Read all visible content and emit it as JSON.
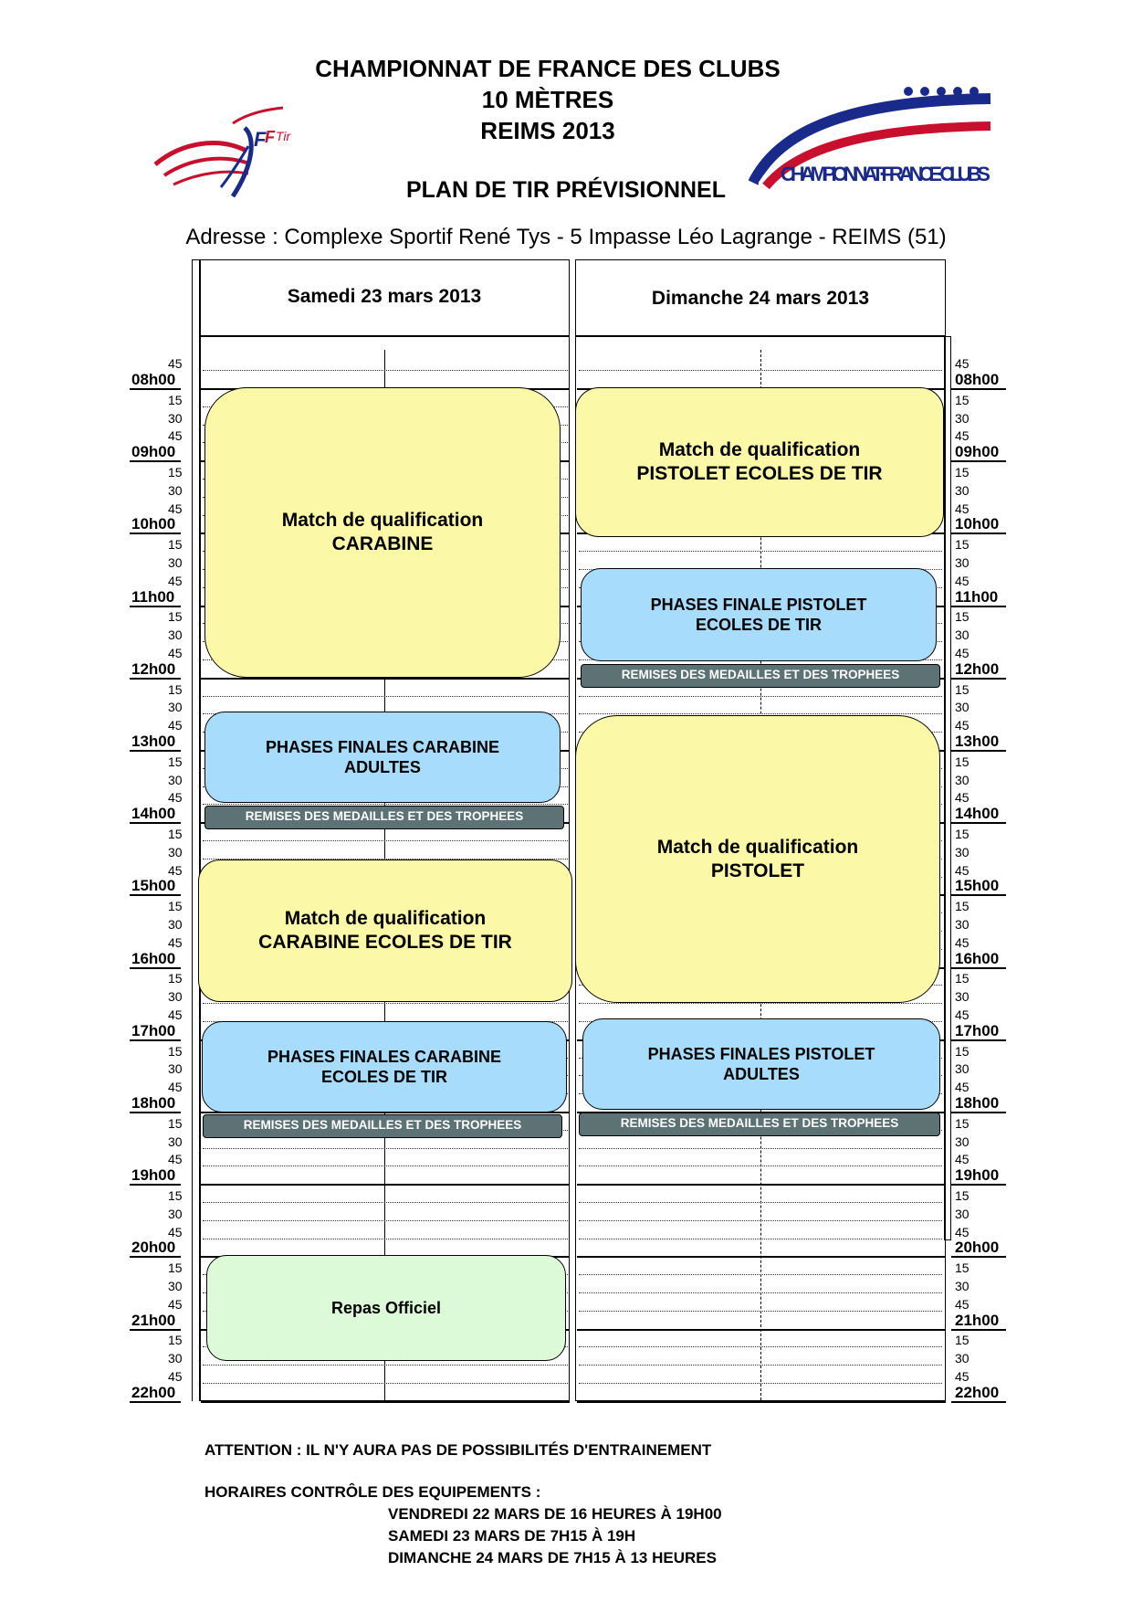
{
  "header": {
    "title_line1": "CHAMPIONNAT DE FRANCE DES CLUBS",
    "title_line2": "10 MÈTRES",
    "title_line3": "REIMS 2013",
    "plan_title": "PLAN DE TIR PRÉVISIONNEL",
    "address": "Adresse : Complexe Sportif René Tys - 5 Impasse Léo Lagrange - REIMS (51)",
    "logo_left_text": "FFTir",
    "logo_right_text": "CHAMPIONNAT FRANCE CLUBS"
  },
  "days": {
    "saturday": "Samedi 23 mars 2013",
    "sunday": "Dimanche 24 mars 2013"
  },
  "timeline": {
    "first_label": "45",
    "hours": [
      "08h00",
      "09h00",
      "10h00",
      "11h00",
      "12h00",
      "13h00",
      "14h00",
      "15h00",
      "16h00",
      "17h00",
      "18h00",
      "19h00",
      "20h00",
      "21h00",
      "22h00"
    ],
    "quarters": [
      "15",
      "30",
      "45"
    ]
  },
  "saturday_events": {
    "carabine_line1": "Match de qualification",
    "carabine_line2": "CARABINE",
    "finales_adultes_line1": "PHASES FINALES CARABINE",
    "finales_adultes_line2": "ADULTES",
    "medals_1": "REMISES DES MEDAILLES ET DES TROPHEES",
    "ecoles_line1": "Match de qualification",
    "ecoles_line2": "CARABINE  ECOLES DE TIR",
    "finales_ecoles_line1": "PHASES FINALES CARABINE",
    "finales_ecoles_line2": "ECOLES DE TIR",
    "medals_2": "REMISES DES MEDAILLES ET DES TROPHEES",
    "repas": "Repas Officiel"
  },
  "sunday_events": {
    "pistolet_ecoles_line1": "Match de qualification",
    "pistolet_ecoles_line2": "PISTOLET  ECOLES DE TIR",
    "finale_ecoles_line1": "PHASES FINALE PISTOLET",
    "finale_ecoles_line2": "ECOLES DE TIR",
    "medals_1": "REMISES DES MEDAILLES ET DES TROPHEES",
    "pistolet_line1": "Match de qualification",
    "pistolet_line2": "PISTOLET",
    "finales_adultes_line1": "PHASES FINALES PISTOLET",
    "finales_adultes_line2": "ADULTES",
    "medals_2": "REMISES DES MEDAILLES ET DES TROPHEES"
  },
  "footer": {
    "attention": "ATTENTION : IL N'Y AURA PAS DE POSSIBILITÉS D'ENTRAINEMENT",
    "horaires": "HORAIRES CONTRÔLE DES EQUIPEMENTS :",
    "line1": "VENDREDI 22 MARS DE 16 HEURES À  19H00",
    "line2": "SAMEDI 23 MARS DE 7H15 À 19H",
    "line3": "DIMANCHE 24 MARS DE 7H15 À 13 HEURES"
  },
  "colors": {
    "yellow": "#fbf8a7",
    "blue": "#a8dcfc",
    "green": "#dcfad7",
    "medal": "#5c7274"
  }
}
